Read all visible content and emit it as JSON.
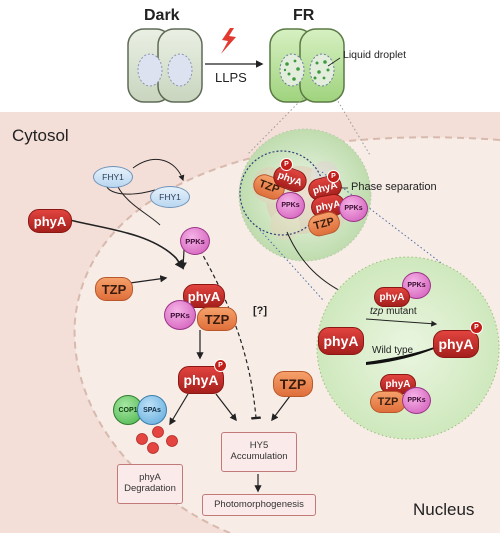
{
  "header": {
    "dark_label": "Dark",
    "fr_label": "FR",
    "llps_label": "LLPS",
    "liquid_droplet_label": "Liquid droplet"
  },
  "regions": {
    "cytosol_label": "Cytosol",
    "nucleus_label": "Nucleus",
    "phase_separation_label": "Phase separation"
  },
  "proteins": {
    "phyA": "phyA",
    "tzp": "TZP",
    "ppks": "PPKs",
    "fhy1": "FHY1",
    "cop1": "COP1",
    "spas": "SPAs",
    "phospho": "P"
  },
  "pathway": {
    "unknown_label": "[?]",
    "hy5_line1": "HY5",
    "hy5_line2": "Accumulation",
    "degradation_line1": "phyA",
    "degradation_line2": "Degradation",
    "photomorphogenesis": "Photomorphogenesis"
  },
  "droplet_zoom": {
    "mutant_italic": "tzp",
    "mutant_rest": " mutant",
    "wild_type": "Wild type"
  },
  "colors": {
    "phyA": "#c8302b",
    "tzp": "#e8814a",
    "ppks": "#dd6ec5",
    "fhy1": "#cfe3f5",
    "nucleus_fill": "#f6ebe4",
    "cytosol_fill": "#f3ded8",
    "droplet_fill": "#dff0d2",
    "cell_green": "#b6e19b"
  }
}
